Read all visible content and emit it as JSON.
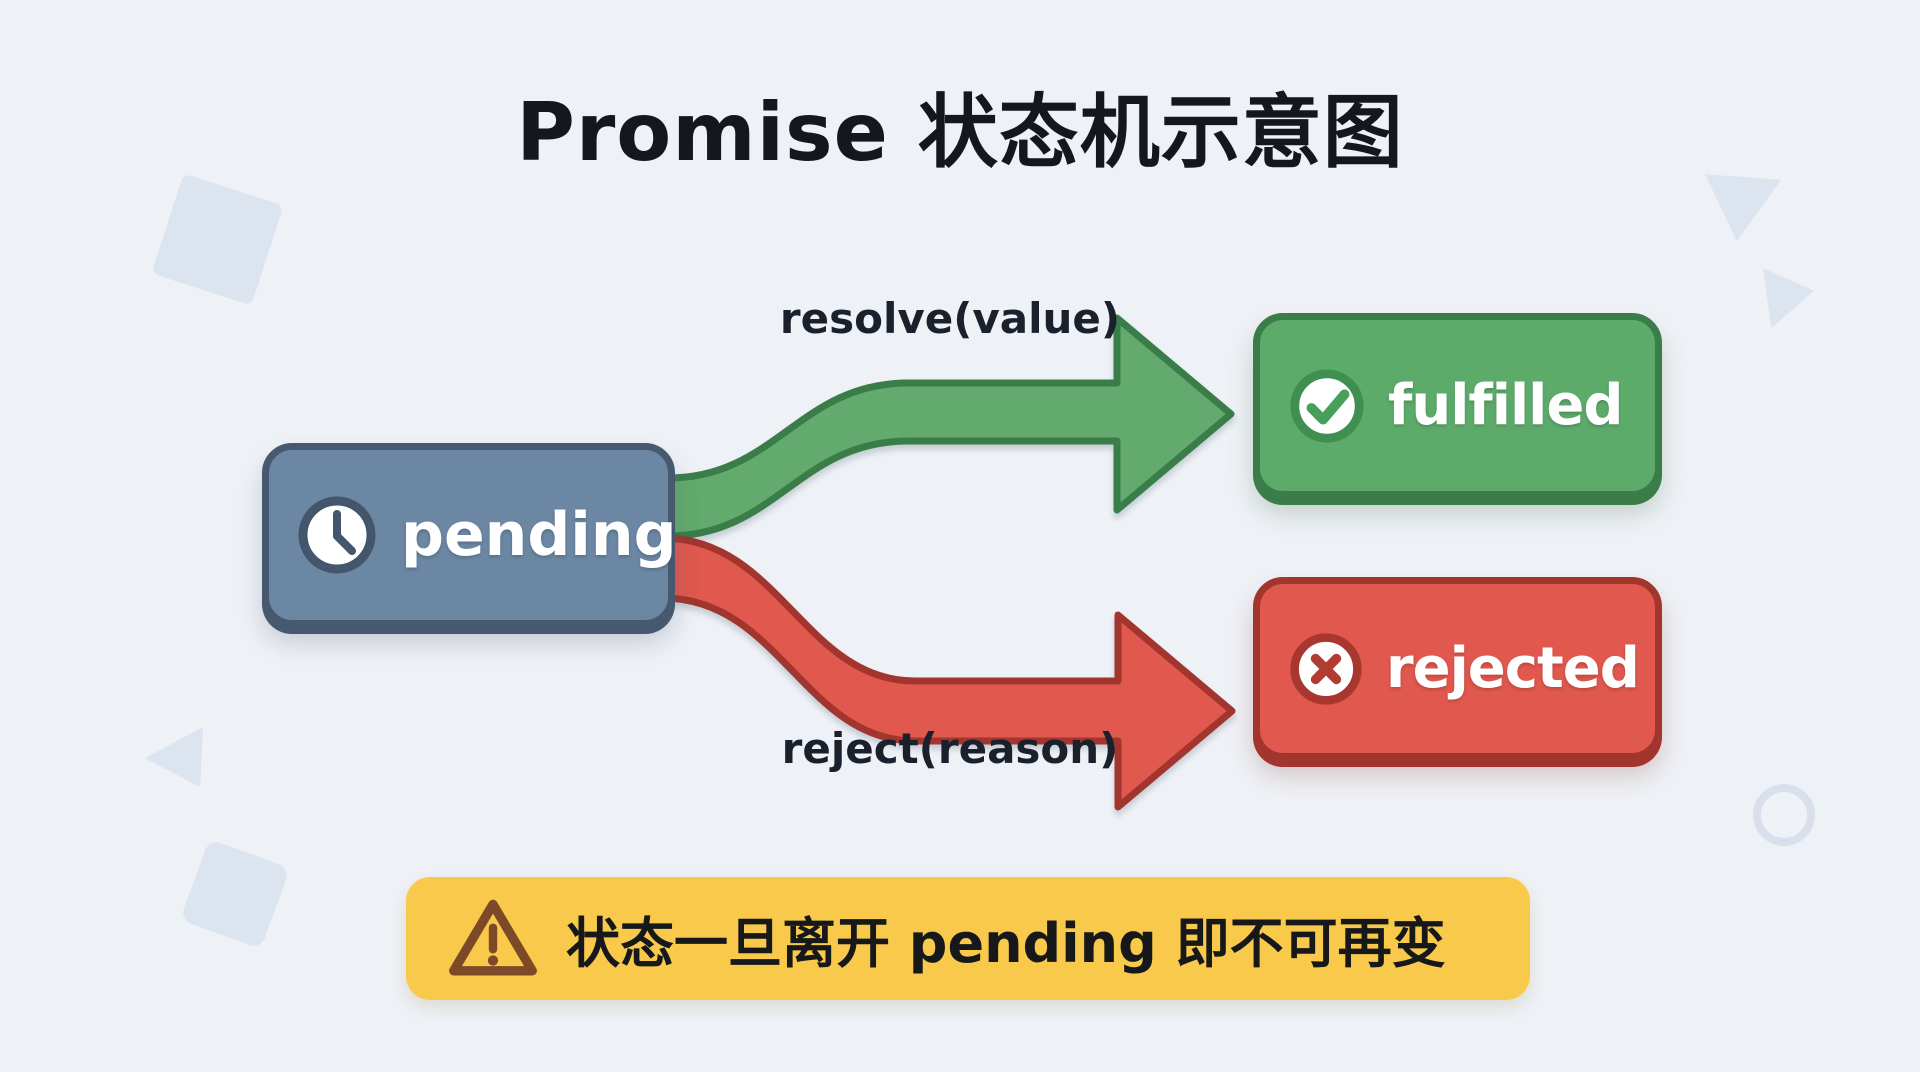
{
  "title": "Promise 状态机示意图",
  "background": "#eef1f6",
  "states": {
    "pending": {
      "label": "pending",
      "icon": "clock-icon",
      "fill": "#6b87a4",
      "border": "#47596f"
    },
    "fulfilled": {
      "label": "fulfilled",
      "icon": "check-icon",
      "fill": "#5dab6b",
      "border": "#3a7d49"
    },
    "rejected": {
      "label": "rejected",
      "icon": "x-icon",
      "fill": "#e0584e",
      "border": "#a2352d"
    }
  },
  "transitions": {
    "resolve": {
      "label": "resolve(value)",
      "from": "pending",
      "to": "fulfilled",
      "color": "#62aa6d",
      "outline": "#3a7d49"
    },
    "reject": {
      "label": "reject(reason)",
      "from": "pending",
      "to": "rejected",
      "color": "#e0584e",
      "outline": "#a2352d"
    }
  },
  "note": {
    "text": "状态一旦离开 pending 即不可再变",
    "icon": "warning-icon",
    "background": "#f8c94a",
    "icon_color": "#7c4a27"
  }
}
